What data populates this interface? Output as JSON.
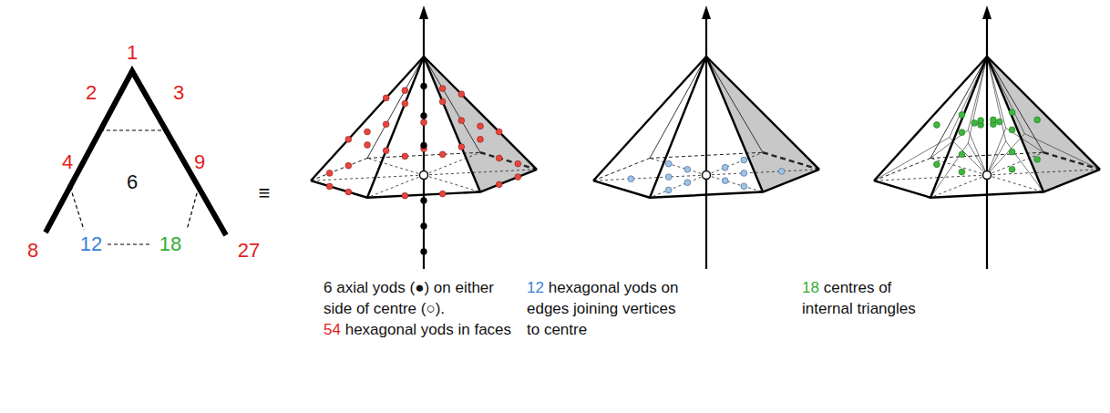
{
  "diagram": {
    "labels": [
      "1",
      "2",
      "3",
      "4",
      "9",
      "6",
      "8",
      "12",
      "18",
      "27",
      "≡",
      "6 axial yods (●) on either side of centre (○).",
      "54",
      "hexagonal yods in faces",
      "12",
      "hexagonal yods on edges joining vertices to centre",
      "18",
      "centres of internal triangles"
    ]
  }
}
